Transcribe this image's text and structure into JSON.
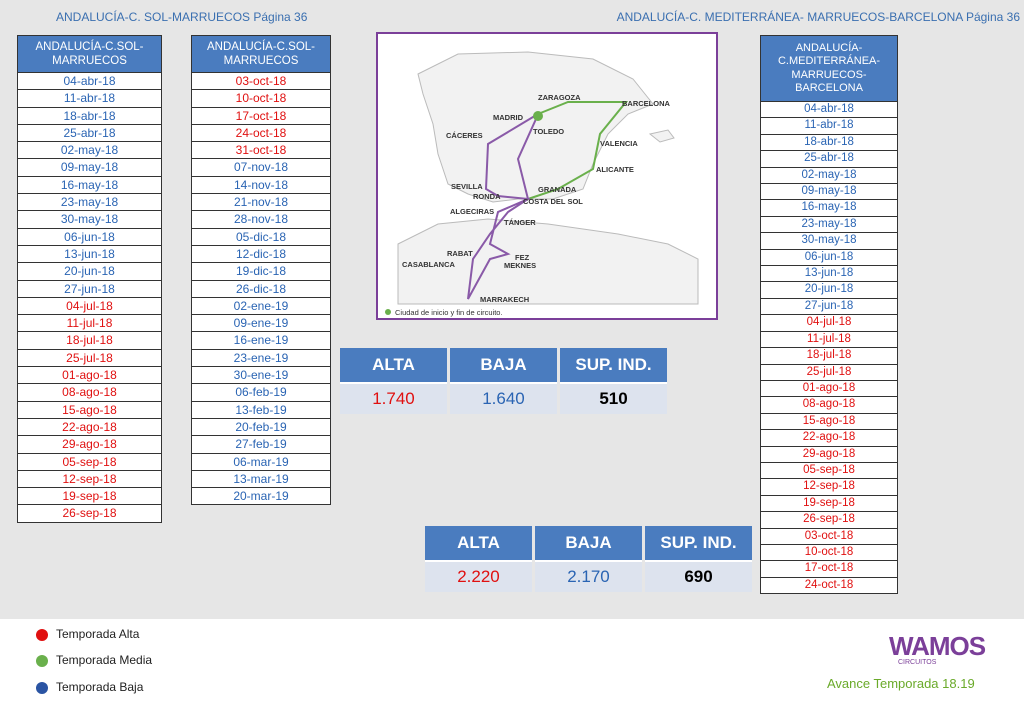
{
  "header": {
    "left_title": "ANDALUCÍA-C. SOL-MARRUECOS Página 36",
    "right_title": "ANDALUCÍA-C. MEDITERRÁNEA- MARRUECOS-BARCELONA Página 36"
  },
  "colors": {
    "alta": "#e01010",
    "media": "#6ab04c",
    "baja": "#2a64b3",
    "header_blue": "#4a7cbf",
    "map_border": "#7b3f99"
  },
  "table1": {
    "header": "ANDALUCÍA-C.SOL-MARRUECOS",
    "rows": [
      {
        "date": "04-abr-18",
        "season": "baja"
      },
      {
        "date": "11-abr-18",
        "season": "baja"
      },
      {
        "date": "18-abr-18",
        "season": "baja"
      },
      {
        "date": "25-abr-18",
        "season": "baja"
      },
      {
        "date": "02-may-18",
        "season": "baja"
      },
      {
        "date": "09-may-18",
        "season": "baja"
      },
      {
        "date": "16-may-18",
        "season": "baja"
      },
      {
        "date": "23-may-18",
        "season": "baja"
      },
      {
        "date": "30-may-18",
        "season": "baja"
      },
      {
        "date": "06-jun-18",
        "season": "baja"
      },
      {
        "date": "13-jun-18",
        "season": "baja"
      },
      {
        "date": "20-jun-18",
        "season": "baja"
      },
      {
        "date": "27-jun-18",
        "season": "baja"
      },
      {
        "date": "04-jul-18",
        "season": "alta"
      },
      {
        "date": "11-jul-18",
        "season": "alta"
      },
      {
        "date": "18-jul-18",
        "season": "alta"
      },
      {
        "date": "25-jul-18",
        "season": "alta"
      },
      {
        "date": "01-ago-18",
        "season": "alta"
      },
      {
        "date": "08-ago-18",
        "season": "alta"
      },
      {
        "date": "15-ago-18",
        "season": "alta"
      },
      {
        "date": "22-ago-18",
        "season": "alta"
      },
      {
        "date": "29-ago-18",
        "season": "alta"
      },
      {
        "date": "05-sep-18",
        "season": "alta"
      },
      {
        "date": "12-sep-18",
        "season": "alta"
      },
      {
        "date": "19-sep-18",
        "season": "alta"
      },
      {
        "date": "26-sep-18",
        "season": "alta"
      }
    ]
  },
  "table2": {
    "header": "ANDALUCÍA-C.SOL-MARRUECOS",
    "rows": [
      {
        "date": "03-oct-18",
        "season": "alta"
      },
      {
        "date": "10-oct-18",
        "season": "alta"
      },
      {
        "date": "17-oct-18",
        "season": "alta"
      },
      {
        "date": "24-oct-18",
        "season": "alta"
      },
      {
        "date": "31-oct-18",
        "season": "alta"
      },
      {
        "date": "07-nov-18",
        "season": "baja"
      },
      {
        "date": "14-nov-18",
        "season": "baja"
      },
      {
        "date": "21-nov-18",
        "season": "baja"
      },
      {
        "date": "28-nov-18",
        "season": "baja"
      },
      {
        "date": "05-dic-18",
        "season": "baja"
      },
      {
        "date": "12-dic-18",
        "season": "baja"
      },
      {
        "date": "19-dic-18",
        "season": "baja"
      },
      {
        "date": "26-dic-18",
        "season": "baja"
      },
      {
        "date": "02-ene-19",
        "season": "baja"
      },
      {
        "date": "09-ene-19",
        "season": "baja"
      },
      {
        "date": "16-ene-19",
        "season": "baja"
      },
      {
        "date": "23-ene-19",
        "season": "baja"
      },
      {
        "date": "30-ene-19",
        "season": "baja"
      },
      {
        "date": "06-feb-19",
        "season": "baja"
      },
      {
        "date": "13-feb-19",
        "season": "baja"
      },
      {
        "date": "20-feb-19",
        "season": "baja"
      },
      {
        "date": "27-feb-19",
        "season": "baja"
      },
      {
        "date": "06-mar-19",
        "season": "baja"
      },
      {
        "date": "13-mar-19",
        "season": "baja"
      },
      {
        "date": "20-mar-19",
        "season": "baja"
      }
    ]
  },
  "table3": {
    "header": "ANDALUCÍA-C.MEDITERRÁNEA-MARRUECOS-BARCELONA",
    "rows": [
      {
        "date": "04-abr-18",
        "season": "baja"
      },
      {
        "date": "11-abr-18",
        "season": "baja"
      },
      {
        "date": "18-abr-18",
        "season": "baja"
      },
      {
        "date": "25-abr-18",
        "season": "baja"
      },
      {
        "date": "02-may-18",
        "season": "baja"
      },
      {
        "date": "09-may-18",
        "season": "baja"
      },
      {
        "date": "16-may-18",
        "season": "baja"
      },
      {
        "date": "23-may-18",
        "season": "baja"
      },
      {
        "date": "30-may-18",
        "season": "baja"
      },
      {
        "date": "06-jun-18",
        "season": "baja"
      },
      {
        "date": "13-jun-18",
        "season": "baja"
      },
      {
        "date": "20-jun-18",
        "season": "baja"
      },
      {
        "date": "27-jun-18",
        "season": "baja"
      },
      {
        "date": "04-jul-18",
        "season": "alta"
      },
      {
        "date": "11-jul-18",
        "season": "alta"
      },
      {
        "date": "18-jul-18",
        "season": "alta"
      },
      {
        "date": "25-jul-18",
        "season": "alta"
      },
      {
        "date": "01-ago-18",
        "season": "alta"
      },
      {
        "date": "08-ago-18",
        "season": "alta"
      },
      {
        "date": "15-ago-18",
        "season": "alta"
      },
      {
        "date": "22-ago-18",
        "season": "alta"
      },
      {
        "date": "29-ago-18",
        "season": "alta"
      },
      {
        "date": "05-sep-18",
        "season": "alta"
      },
      {
        "date": "12-sep-18",
        "season": "alta"
      },
      {
        "date": "19-sep-18",
        "season": "alta"
      },
      {
        "date": "26-sep-18",
        "season": "alta"
      },
      {
        "date": "03-oct-18",
        "season": "alta"
      },
      {
        "date": "10-oct-18",
        "season": "alta"
      },
      {
        "date": "17-oct-18",
        "season": "alta"
      },
      {
        "date": "24-oct-18",
        "season": "alta"
      }
    ]
  },
  "map": {
    "cities": [
      "ZARAGOZA",
      "BARCELONA",
      "MADRID",
      "TOLEDO",
      "CÁCERES",
      "VALENCIA",
      "ALICANTE",
      "SEVILLA",
      "RONDA",
      "GRANADA",
      "COSTA DEL SOL",
      "ALGECIRAS",
      "TÁNGER",
      "RABAT",
      "CASABLANCA",
      "FEZ",
      "MEKNES",
      "MARRAKECH"
    ],
    "legend": "Ciudad de inicio y fin de circuito."
  },
  "price1": {
    "headers": [
      "ALTA",
      "BAJA",
      "SUP. IND."
    ],
    "values": [
      "1.740",
      "1.640",
      "510"
    ]
  },
  "price2": {
    "headers": [
      "ALTA",
      "BAJA",
      "SUP. IND."
    ],
    "values": [
      "2.220",
      "2.170",
      "690"
    ]
  },
  "legend": {
    "alta": "Temporada Alta",
    "media": "Temporada Media",
    "baja": "Temporada Baja"
  },
  "brand": {
    "logo": "WAMOS",
    "logo_sub": "CIRCUITOS",
    "season": "Avance Temporada 18.19"
  }
}
